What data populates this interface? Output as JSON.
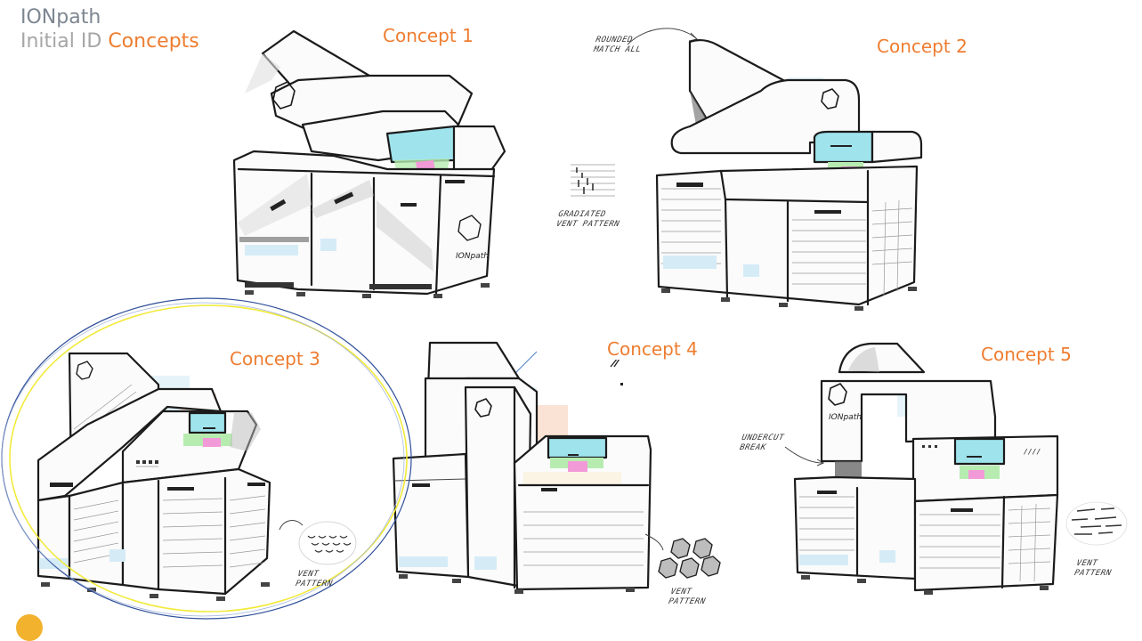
{
  "slide": {
    "title": "IONpath",
    "subtitle_prefix": "Initial ID",
    "subtitle_highlight": "Concepts",
    "colors": {
      "title_gray": "#7d8691",
      "subtitle_gray": "#a6a6a6",
      "accent_orange": "#ee7d31",
      "ellipse_blue": "#2f4f9a",
      "ellipse_yellow": "#f2ea3a",
      "corner_circle": "#f2b22d"
    }
  },
  "concepts": [
    {
      "label": "Concept 1",
      "notes": [],
      "brand_mark": "IONpath"
    },
    {
      "label": "Concept 2",
      "notes": [
        "ROUNDED MATCH ALL",
        "GRADIATED VENT PATTERN"
      ]
    },
    {
      "label": "Concept 3",
      "notes": [
        "VENT PATTERN"
      ],
      "highlighted": true
    },
    {
      "label": "Concept 4",
      "notes": [
        "VENT PATTERN"
      ]
    },
    {
      "label": "Concept 5",
      "notes": [
        "UNDERCUT BREAK",
        "VENT PATTERN"
      ],
      "brand_mark": "IONpath"
    }
  ],
  "annotations": {
    "c2_rounded": "ROUNDED\nMATCH ALL",
    "c2_vent": "GRADIATED\nVENT PATTERN",
    "c3_vent": "VENT\nPATTERN",
    "c4_vent": "VENT\nPATTERN",
    "c5_undercut": "UNDERCUT\nBREAK",
    "c5_vent": "VENT\nPATTERN",
    "c1_brand": "IONpath",
    "c5_brand": "IONpath"
  }
}
